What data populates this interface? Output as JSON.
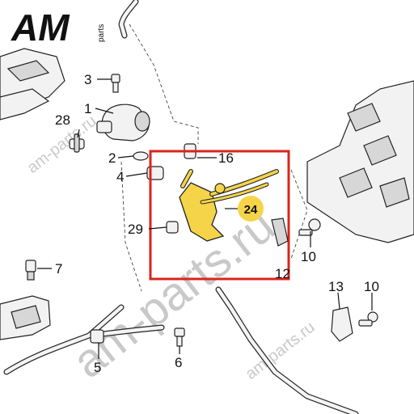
{
  "logo": {
    "letters": "AM",
    "sub": "parts"
  },
  "watermark": {
    "main": "am-parts.ru",
    "side": "am-parts.ru"
  },
  "highlight": {
    "part_number": "24",
    "color": "#d9251d",
    "part_color": "#f5d44a"
  },
  "callouts": {
    "c1": "1",
    "c2": "2",
    "c3": "3",
    "c4": "4",
    "c5": "5",
    "c6": "6",
    "c7": "7",
    "c10a": "10",
    "c10b": "10",
    "c12": "12",
    "c13": "13",
    "c16": "16",
    "c28": "28",
    "c29": "29"
  }
}
